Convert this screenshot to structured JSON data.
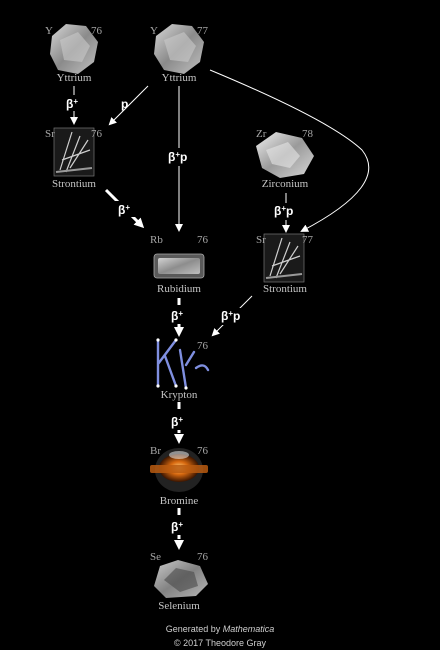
{
  "nodes": {
    "y76": {
      "symbol": "Y",
      "mass": "76",
      "name": "Yttrium"
    },
    "y77": {
      "symbol": "Y",
      "mass": "77",
      "name": "Yttrium"
    },
    "sr76": {
      "symbol": "Sr",
      "mass": "76",
      "name": "Strontium"
    },
    "zr78": {
      "symbol": "Zr",
      "mass": "78",
      "name": "Zirconium"
    },
    "rb76": {
      "symbol": "Rb",
      "mass": "76",
      "name": "Rubidium"
    },
    "sr77": {
      "symbol": "Sr",
      "mass": "77",
      "name": "Strontium"
    },
    "kr76": {
      "symbol": "",
      "mass": "76",
      "name": "Krypton"
    },
    "br76": {
      "symbol": "Br",
      "mass": "76",
      "name": "Bromine"
    },
    "se76": {
      "symbol": "Se",
      "mass": "76",
      "name": "Selenium"
    }
  },
  "edges": {
    "y76_sr76": "β+",
    "y77_sr76": "p",
    "y77_rb76": "β+p",
    "sr76_rb76": "β+",
    "zr78_sr77": "β+p",
    "sr77_kr76": "β+p",
    "rb76_kr76": "β+",
    "kr76_br76": "β+",
    "br76_se76": "β+"
  },
  "footer": {
    "generated_prefix": "Generated by",
    "generated_tool": "Mathematica",
    "copyright": "© 2017 Theodore Gray"
  },
  "colors": {
    "background": "#000000",
    "text": "#a6a6a6",
    "arrow": "#ffffff"
  }
}
